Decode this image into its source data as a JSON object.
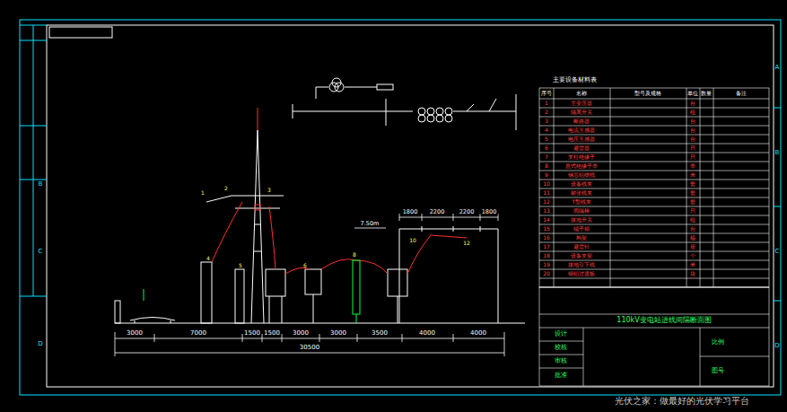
{
  "diagram": {
    "title": "110kV变电站进线间隔断面图",
    "labels": [
      "3000",
      "7000",
      "1500",
      "1500",
      "3000",
      "3000",
      "3500",
      "4000",
      "4000",
      "30500",
      "1800",
      "2200",
      "2200",
      "1800",
      "7.50m",
      "主要设备材料表",
      "序号",
      "名称",
      "型号及规格",
      "单位",
      "数量",
      "备注",
      "1",
      "2",
      "3",
      "4",
      "5",
      "6",
      "7",
      "8",
      "9",
      "10",
      "11",
      "12",
      "13",
      "14",
      "15",
      "16",
      "17",
      "18",
      "19",
      "20",
      "主变压器",
      "隔离开关",
      "断路器",
      "电流互感器",
      "电压互感器",
      "避雷器",
      "支柱绝缘子",
      "悬式绝缘子串",
      "钢芯铝绞线",
      "设备线夹",
      "耐张线夹",
      "T型线夹",
      "间隔棒",
      "接地开关",
      "端子箱",
      "构架",
      "避雷针",
      "设备支架",
      "接地引下线",
      "铜铝过渡板",
      "台",
      "组",
      "台",
      "台",
      "台",
      "只",
      "只",
      "串",
      "米",
      "套",
      "套",
      "套",
      "只",
      "组",
      "台",
      "榀",
      "座",
      "个",
      "米",
      "块",
      "设计",
      "校核",
      "审核",
      "批准",
      "比例",
      "图号",
      "A",
      "B",
      "C",
      "D",
      "B",
      "C",
      "D",
      "1",
      "2",
      "3",
      "4",
      "5",
      "6",
      "8",
      "10",
      "12",
      "光伏之家：做最好的光伏学习平台"
    ]
  }
}
